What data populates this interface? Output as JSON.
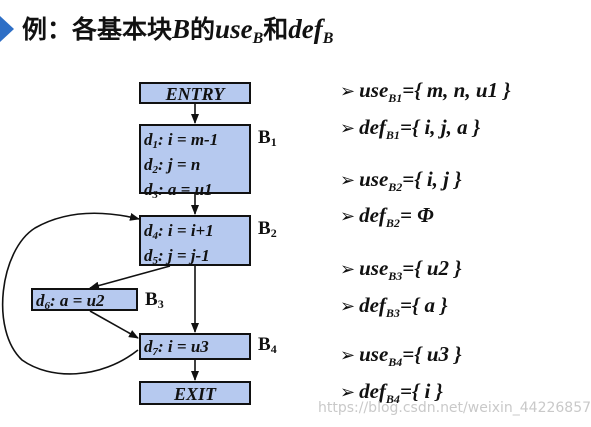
{
  "title": {
    "prefix": "例：各基本块",
    "var": "B",
    "mid1": "的",
    "use": "use",
    "sub1": "B",
    "and": "和",
    "def": "def",
    "sub2": "B"
  },
  "flow": {
    "entry": "ENTRY",
    "exit": "EXIT",
    "blocks": [
      {
        "label": "B",
        "label_sub": "1",
        "lines": [
          {
            "d": "d",
            "n": "1",
            "code": ": i = m-1"
          },
          {
            "d": "d",
            "n": "2",
            "code": ": j = n"
          },
          {
            "d": "d",
            "n": "3",
            "code": ": a = u1"
          }
        ]
      },
      {
        "label": "B",
        "label_sub": "2",
        "lines": [
          {
            "d": "d",
            "n": "4",
            "code": ": i = i+1"
          },
          {
            "d": "d",
            "n": "5",
            "code": ": j = j-1"
          }
        ]
      },
      {
        "label": "B",
        "label_sub": "3",
        "lines": [
          {
            "d": "d",
            "n": "6",
            "code": ": a = u2"
          }
        ]
      },
      {
        "label": "B",
        "label_sub": "4",
        "lines": [
          {
            "d": "d",
            "n": "7",
            "code": ": i = u3"
          }
        ]
      }
    ]
  },
  "sets": [
    {
      "kw": "use",
      "sub": "B1",
      "rest": "={ m, n, u1 }"
    },
    {
      "kw": "def",
      "sub": "B1",
      "rest": "={ i, j, a }"
    },
    {
      "kw": "use",
      "sub": "B2",
      "rest": "={ i, j }"
    },
    {
      "kw": "def",
      "sub": "B2",
      "rest": "= Φ"
    },
    {
      "kw": "use",
      "sub": "B3",
      "rest": "={ u2 }"
    },
    {
      "kw": "def",
      "sub": "B3",
      "rest": "={ a }"
    },
    {
      "kw": "use",
      "sub": "B4",
      "rest": "={ u3 }"
    },
    {
      "kw": "def",
      "sub": "B4",
      "rest": "={ i }"
    }
  ],
  "watermark": "https://blog.csdn.net/weixin_44226857",
  "colors": {
    "block_fill": "#b6c9ef",
    "title_marker": "#2e6fc6"
  }
}
